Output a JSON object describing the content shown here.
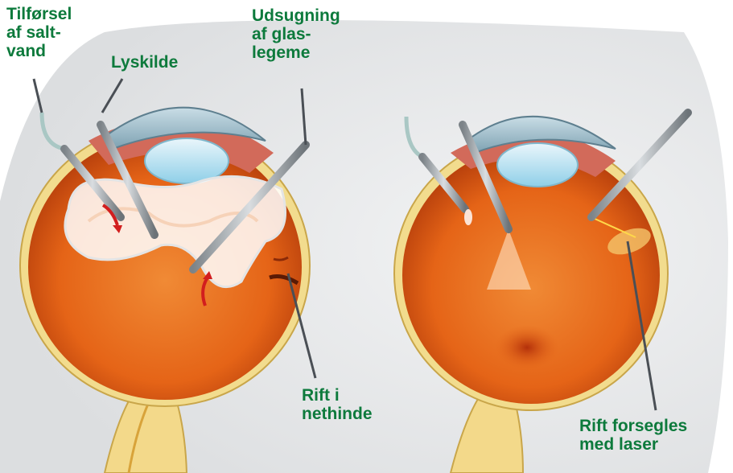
{
  "labels": {
    "saline": "Tilførsel\naf salt-\nvand",
    "light": "Lyskilde",
    "suction": "Udsugning\naf glas-\nlegeme",
    "tear": "Rift i\nnethinde",
    "laser": "Rift forsegles\nmed laser"
  },
  "colors": {
    "label_green": "#0d7a3c",
    "background_panel": "#e9eaeb",
    "retina_orange": "#e8651a",
    "arrow_red": "#d21e1e"
  }
}
